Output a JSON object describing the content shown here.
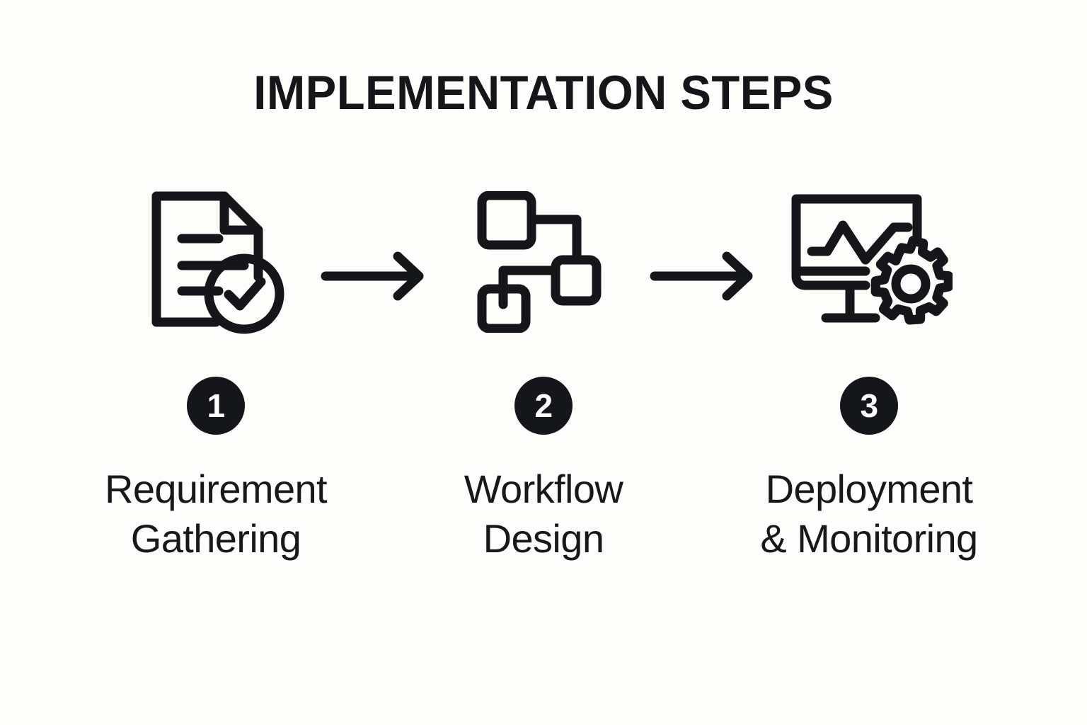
{
  "page": {
    "title": "IMPLEMENTATION STEPS",
    "background_color": "#fdfdfb",
    "ink_color": "#15161a",
    "badge_text_color": "#ffffff"
  },
  "steps": [
    {
      "number": "1",
      "label": "Requirement\nGathering",
      "icon": "document-check-icon"
    },
    {
      "number": "2",
      "label": "Workflow\nDesign",
      "icon": "flowchart-icon"
    },
    {
      "number": "3",
      "label": "Deployment\n& Monitoring",
      "icon": "monitor-gear-icon"
    }
  ],
  "connectors": [
    {
      "name": "arrow-right-1",
      "glyph": "arrow-right"
    },
    {
      "name": "arrow-right-2",
      "glyph": "arrow-right"
    }
  ]
}
